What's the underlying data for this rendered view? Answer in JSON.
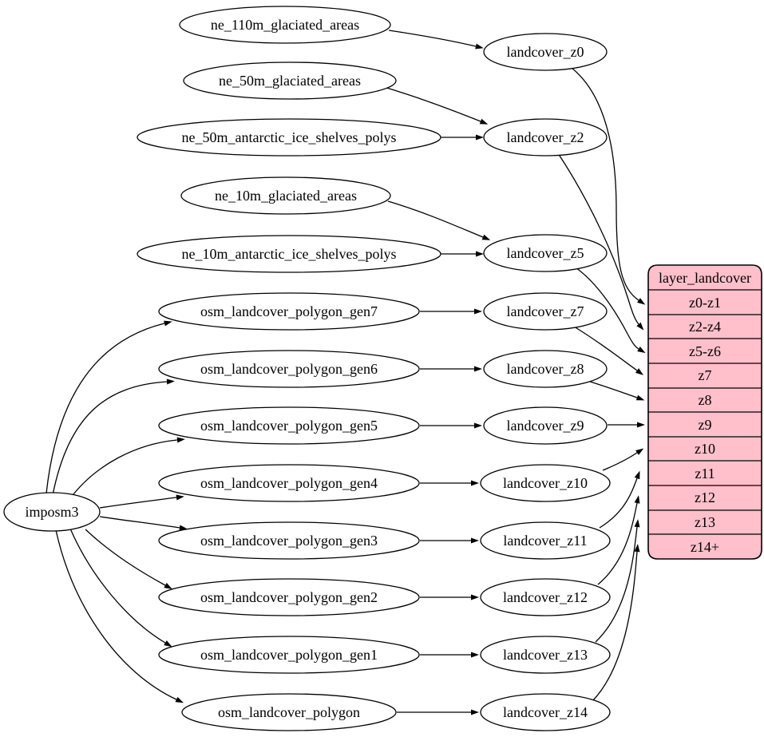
{
  "diagram": {
    "type": "graphviz-etl-dependency-graph",
    "orientation": "left-to-right",
    "nodes": {
      "imposm3": "imposm3",
      "sources": [
        "ne_110m_glaciated_areas",
        "ne_50m_glaciated_areas",
        "ne_50m_antarctic_ice_shelves_polys",
        "ne_10m_glaciated_areas",
        "ne_10m_antarctic_ice_shelves_polys",
        "osm_landcover_polygon_gen7",
        "osm_landcover_polygon_gen6",
        "osm_landcover_polygon_gen5",
        "osm_landcover_polygon_gen4",
        "osm_landcover_polygon_gen3",
        "osm_landcover_polygon_gen2",
        "osm_landcover_polygon_gen1",
        "osm_landcover_polygon"
      ],
      "landcover": [
        "landcover_z0",
        "landcover_z2",
        "landcover_z5",
        "landcover_z7",
        "landcover_z8",
        "landcover_z9",
        "landcover_z10",
        "landcover_z11",
        "landcover_z12",
        "landcover_z13",
        "landcover_z14"
      ],
      "table": {
        "header": "layer_landcover",
        "rows": [
          "z0-z1",
          "z2-z4",
          "z5-z6",
          "z7",
          "z8",
          "z9",
          "z10",
          "z11",
          "z12",
          "z13",
          "z14+"
        ]
      }
    },
    "edges": [
      {
        "from": "ne_110m_glaciated_areas",
        "to": "landcover_z0"
      },
      {
        "from": "ne_50m_glaciated_areas",
        "to": "landcover_z2"
      },
      {
        "from": "ne_50m_antarctic_ice_shelves_polys",
        "to": "landcover_z2"
      },
      {
        "from": "ne_10m_glaciated_areas",
        "to": "landcover_z5"
      },
      {
        "from": "ne_10m_antarctic_ice_shelves_polys",
        "to": "landcover_z5"
      },
      {
        "from": "osm_landcover_polygon_gen7",
        "to": "landcover_z7"
      },
      {
        "from": "osm_landcover_polygon_gen6",
        "to": "landcover_z8"
      },
      {
        "from": "osm_landcover_polygon_gen5",
        "to": "landcover_z9"
      },
      {
        "from": "osm_landcover_polygon_gen4",
        "to": "landcover_z10"
      },
      {
        "from": "osm_landcover_polygon_gen3",
        "to": "landcover_z11"
      },
      {
        "from": "osm_landcover_polygon_gen2",
        "to": "landcover_z12"
      },
      {
        "from": "osm_landcover_polygon_gen1",
        "to": "landcover_z13"
      },
      {
        "from": "osm_landcover_polygon",
        "to": "landcover_z14"
      },
      {
        "from": "imposm3",
        "to": "osm_landcover_polygon_gen7"
      },
      {
        "from": "imposm3",
        "to": "osm_landcover_polygon_gen6"
      },
      {
        "from": "imposm3",
        "to": "osm_landcover_polygon_gen5"
      },
      {
        "from": "imposm3",
        "to": "osm_landcover_polygon_gen4"
      },
      {
        "from": "imposm3",
        "to": "osm_landcover_polygon_gen3"
      },
      {
        "from": "imposm3",
        "to": "osm_landcover_polygon_gen2"
      },
      {
        "from": "imposm3",
        "to": "osm_landcover_polygon_gen1"
      },
      {
        "from": "imposm3",
        "to": "osm_landcover_polygon"
      },
      {
        "from": "landcover_z0",
        "to": "layer_landcover:z0-z1"
      },
      {
        "from": "landcover_z2",
        "to": "layer_landcover:z2-z4"
      },
      {
        "from": "landcover_z5",
        "to": "layer_landcover:z5-z6"
      },
      {
        "from": "landcover_z7",
        "to": "layer_landcover:z7"
      },
      {
        "from": "landcover_z8",
        "to": "layer_landcover:z8"
      },
      {
        "from": "landcover_z9",
        "to": "layer_landcover:z9"
      },
      {
        "from": "landcover_z10",
        "to": "layer_landcover:z10"
      },
      {
        "from": "landcover_z11",
        "to": "layer_landcover:z11"
      },
      {
        "from": "landcover_z12",
        "to": "layer_landcover:z12"
      },
      {
        "from": "landcover_z13",
        "to": "layer_landcover:z13"
      },
      {
        "from": "landcover_z14",
        "to": "layer_landcover:z14+"
      }
    ],
    "colors": {
      "table_fill": "#ffc0cb",
      "node_fill": "#ffffff",
      "stroke": "#000000",
      "background": "#ffffff"
    }
  }
}
